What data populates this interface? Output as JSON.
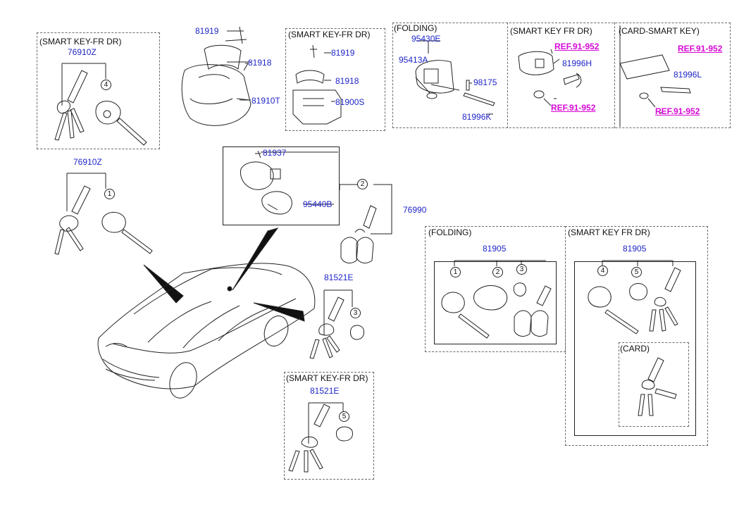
{
  "groups": {
    "smart_key_fr_dr_1": "(SMART KEY-FR DR)",
    "smart_key_fr_dr_2": "(SMART KEY-FR DR)",
    "smart_key_fr_dr_3": "(SMART KEY FR DR)",
    "smart_key_fr_dr_4": "(SMART KEY FR DR)",
    "smart_key_fr_dr_5": "(SMART KEY-FR DR)",
    "folding_1": "(FOLDING)",
    "folding_2": "(FOLDING)",
    "card_smart_key": "(CARD-SMART KEY)",
    "card": "(CARD)"
  },
  "parts": {
    "p76910Z_a": "76910Z",
    "p76910Z_b": "76910Z",
    "p81919_a": "81919",
    "p81918_a": "81918",
    "p81910T": "81910T",
    "p81919_b": "81919",
    "p81918_b": "81918",
    "p81900S": "81900S",
    "p95430E": "95430E",
    "p95413A": "95413A",
    "p98175": "98175",
    "p81996K": "81996K",
    "p81996H": "81996H",
    "p81996L": "81996L",
    "p81937": "81937",
    "p95440B": "95440B",
    "p76990": "76990",
    "p81521E_a": "81521E",
    "p81521E_b": "81521E",
    "p81905_a": "81905",
    "p81905_b": "81905"
  },
  "refs": {
    "r1": "REF.91-952",
    "r2": "REF.91-952",
    "r3": "REF.91-952",
    "r4": "REF.91-952"
  },
  "callouts": {
    "c4a": "4",
    "c1a": "1",
    "c2a": "2",
    "c3a": "3",
    "c5a": "5",
    "c1b": "1",
    "c2b": "2",
    "c3b": "3",
    "c4b": "4",
    "c5b": "5"
  },
  "colors": {
    "part_number": "#1e25c8",
    "reference": "#d60ad6",
    "line": "#222222"
  }
}
